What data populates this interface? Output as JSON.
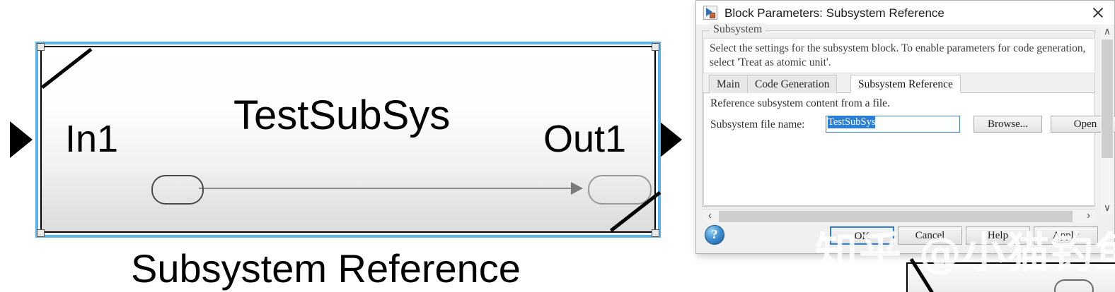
{
  "canvas": {
    "block": {
      "name_text": "TestSubSys",
      "inport_label": "In1",
      "outport_label": "Out1",
      "caption": "Subsystem Reference"
    }
  },
  "dialog": {
    "title": "Block Parameters: Subsystem Reference",
    "icon": "simulink-block-icon",
    "close_label": "×",
    "group_title": "Subsystem",
    "description": "Select the settings for the subsystem block. To enable parameters for code generation, select 'Treat as atomic unit'.",
    "tabs": [
      {
        "label": "Main",
        "active": false
      },
      {
        "label": "Code Generation",
        "active": false
      },
      {
        "label": "Subsystem Reference",
        "active": true
      }
    ],
    "pane": {
      "description": "Reference subsystem content from a file.",
      "file_label": "Subsystem file name:",
      "file_value": "TestSubSys",
      "browse_label": "Browse...",
      "open_label": "Open"
    },
    "scrollbars": {
      "h_left": "‹",
      "h_right": "›",
      "v_up": "∧",
      "v_down": "∨"
    },
    "footer": {
      "help_orb": "?",
      "ok_label": "OK",
      "cancel_label": "Cancel",
      "help_label": "Help",
      "apply_label": "Apply"
    },
    "colors": {
      "accent": "#2a7fd4",
      "selection": "#2a7fd4",
      "dialog_bg": "#f0f0f0"
    }
  },
  "watermark": {
    "text": "知乎 @小猫钓鱼"
  }
}
